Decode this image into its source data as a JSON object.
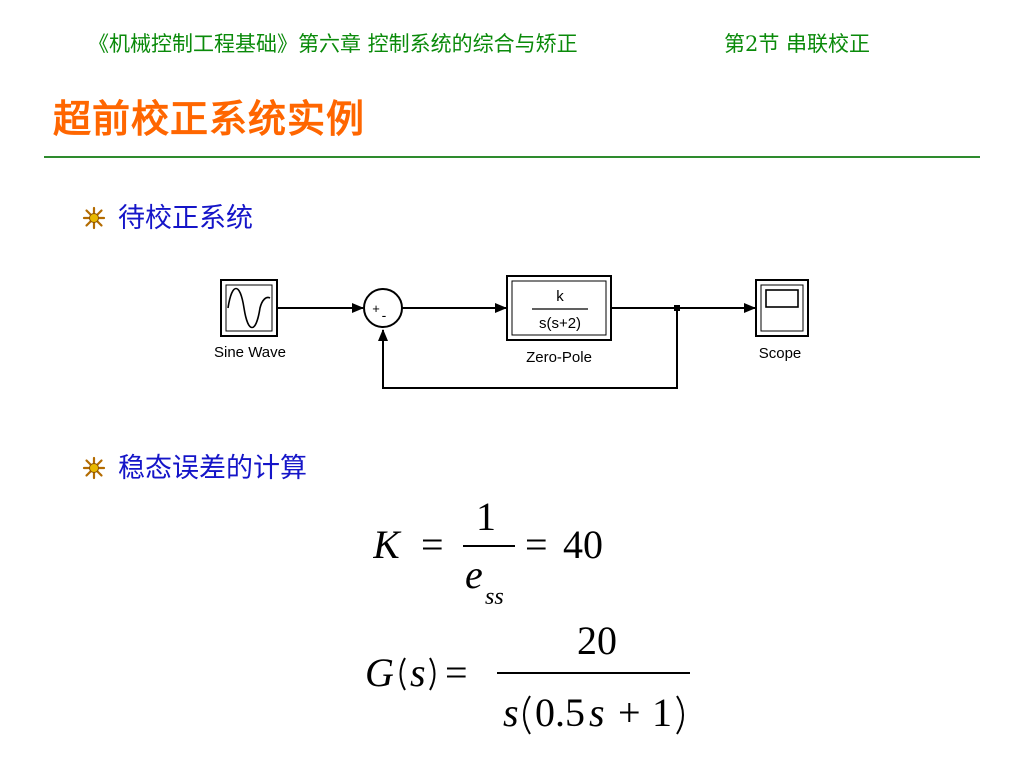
{
  "header": {
    "course": "《机械控制工程基础》第六章  控制系统的综合与矫正",
    "section": "第2节 串联校正"
  },
  "title": "超前校正系统实例",
  "bullets": [
    {
      "label": "待校正系统"
    },
    {
      "label": "稳态误差的计算"
    }
  ],
  "diagram": {
    "sine_label": "Sine Wave",
    "sum_signs": [
      "+",
      "-"
    ],
    "tf_numerator": "k",
    "tf_denominator": "s(s+2)",
    "tf_label": "Zero-Pole",
    "scope_label": "Scope"
  },
  "equations": {
    "eq1": {
      "lhs": "K",
      "eq": "=",
      "num": "1",
      "den_main": "e",
      "den_sub": "ss",
      "eq2": "=",
      "value": "40"
    },
    "eq2": {
      "lhs": "G",
      "arg": "s",
      "eq": "=",
      "num": "20",
      "den_s": "s",
      "den_coef": "0.5",
      "den_s2": "s",
      "den_plus": "+",
      "den_one": "1"
    }
  },
  "colors": {
    "header": "#0a8a0a",
    "title": "#ff6600",
    "bullet_text": "#1515c8",
    "rule": "#2e8b2e"
  }
}
